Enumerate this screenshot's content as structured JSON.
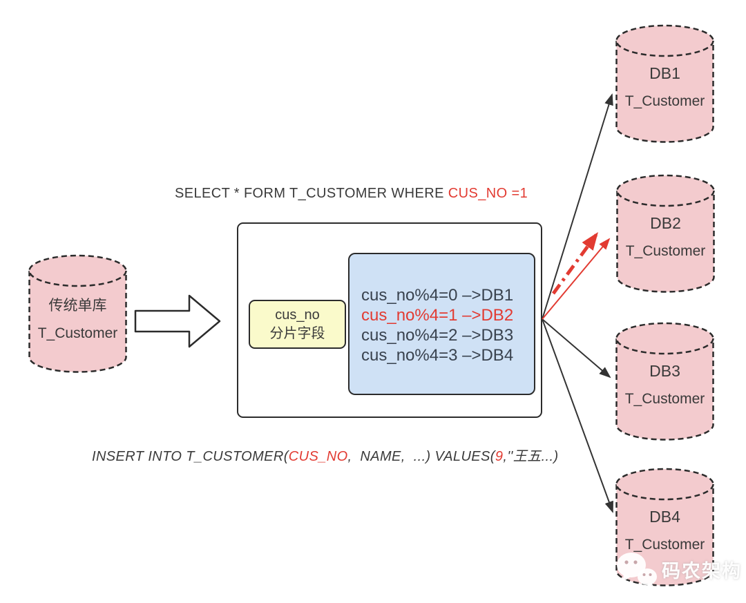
{
  "colors": {
    "pink": "#f3cbce",
    "blue": "#cfe1f5",
    "yellow": "#fafacb",
    "red": "#e23b32",
    "ink": "#2b2b2b",
    "text_dark": "#3a3a3a",
    "rule_text": "#39424e"
  },
  "select_statement": {
    "prefix": "SELECT * FORM T_CUSTOMER WHERE ",
    "highlight": "CUS_NO =1"
  },
  "insert_statement": {
    "part1": "INSERT INTO T_CUSTOMER(",
    "highlight1": "CUS_NO",
    "part2": ",  NAME,  ...) VALUES(",
    "highlight2": "9",
    "part3": ",''王五...)"
  },
  "source_db": {
    "name": "传统单库",
    "table": "T_Customer"
  },
  "shard_field_box": {
    "field": "cus_no",
    "label": "分片字段"
  },
  "routing_rules": [
    {
      "text": "cus_no%4=0 –>DB1",
      "highlighted": false
    },
    {
      "text": "cus_no%4=1 –>DB2",
      "highlighted": true
    },
    {
      "text": "cus_no%4=2 –>DB3",
      "highlighted": false
    },
    {
      "text": "cus_no%4=3 –>DB4",
      "highlighted": false
    }
  ],
  "target_dbs": [
    {
      "name": "DB1",
      "table": "T_Customer"
    },
    {
      "name": "DB2",
      "table": "T_Customer"
    },
    {
      "name": "DB3",
      "table": "T_Customer"
    },
    {
      "name": "DB4",
      "table": "T_Customer"
    }
  ],
  "watermark": {
    "text": "码农架构",
    "icon": "wechat-icon"
  }
}
